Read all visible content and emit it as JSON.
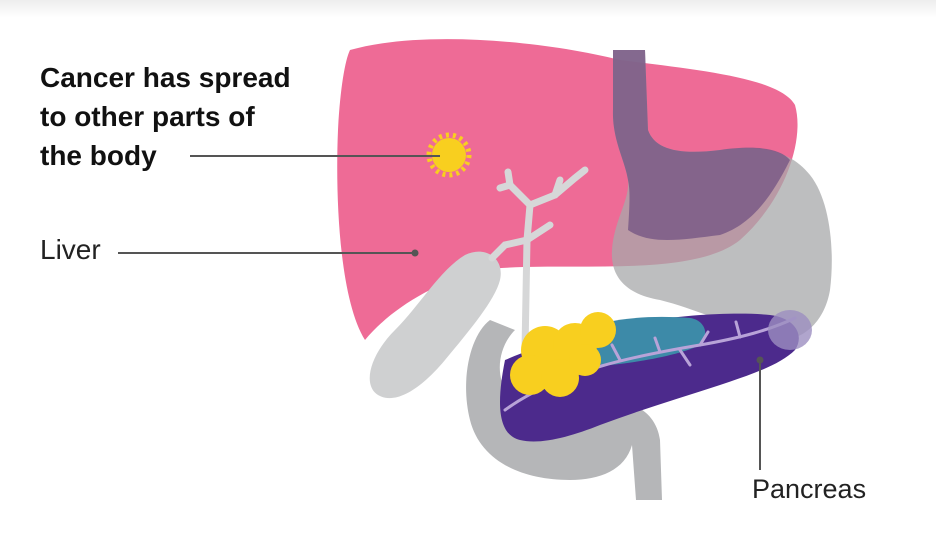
{
  "labels": {
    "cancer_spread": "Cancer has spread\nto other parts of\nthe body",
    "liver": "Liver",
    "pancreas": "Pancreas"
  },
  "colors": {
    "liver": "#ee6b96",
    "organ_grey": "#bfc0c1",
    "pancreas_purple": "#4c2a8c",
    "duct_blue": "#3d8aa8",
    "tumour_yellow": "#f8cf1f",
    "leader_line": "#555555"
  }
}
